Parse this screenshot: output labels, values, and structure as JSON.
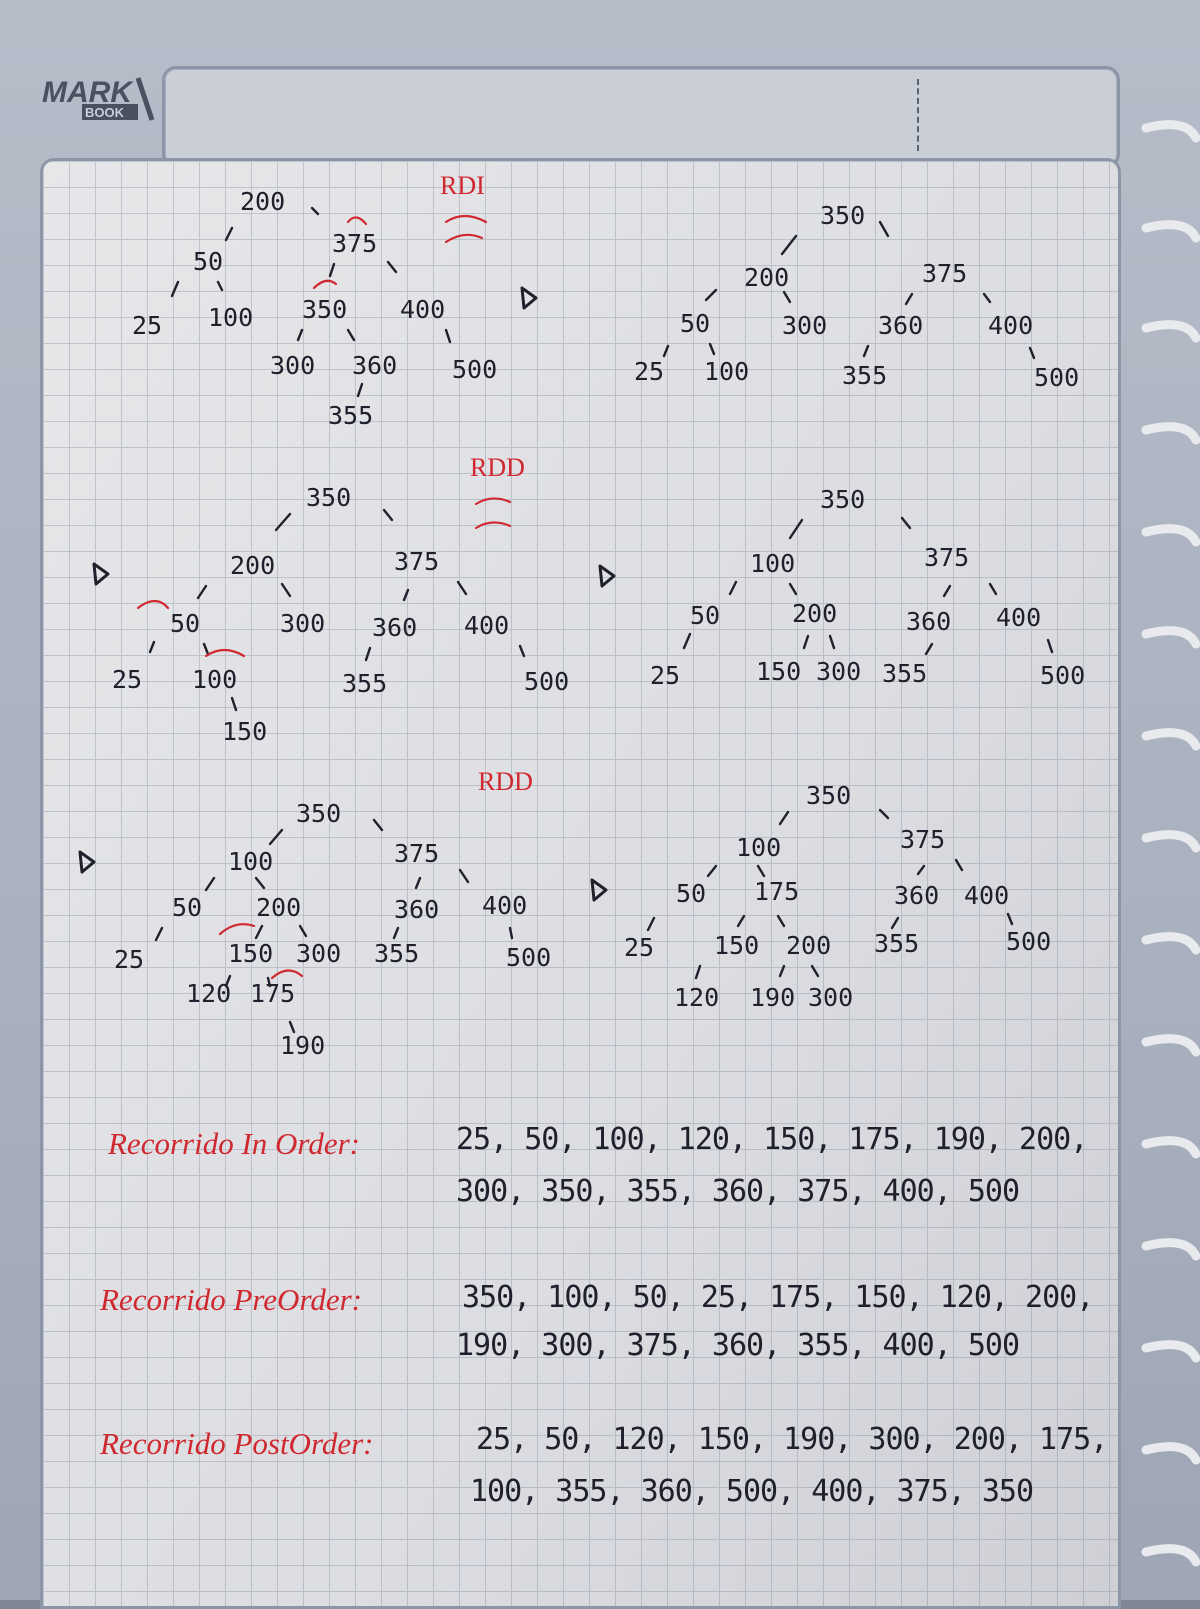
{
  "header": {
    "brand": "MARK BOOK"
  },
  "diagram1": {
    "label": "RDI",
    "nodes": [
      "200",
      "50",
      "375",
      "25",
      "100",
      "350",
      "400",
      "300",
      "360",
      "500",
      "355"
    ],
    "result": [
      "350",
      "200",
      "375",
      "50",
      "300",
      "360",
      "400",
      "25",
      "100",
      "355",
      "500"
    ]
  },
  "diagram2": {
    "label": "RDD",
    "nodes": [
      "350",
      "200",
      "375",
      "50",
      "300",
      "360",
      "400",
      "25",
      "100",
      "355",
      "500",
      "150"
    ],
    "result": [
      "350",
      "100",
      "375",
      "50",
      "200",
      "360",
      "400",
      "25",
      "150",
      "300",
      "355",
      "500"
    ]
  },
  "diagram3": {
    "label": "RDD",
    "nodes": [
      "350",
      "100",
      "375",
      "50",
      "200",
      "360",
      "400",
      "25",
      "150",
      "300",
      "355",
      "500",
      "120",
      "175",
      "190"
    ],
    "result": [
      "350",
      "100",
      "375",
      "50",
      "175",
      "360",
      "400",
      "25",
      "150",
      "200",
      "355",
      "500",
      "120",
      "190",
      "300"
    ]
  },
  "traversals": {
    "inorder": {
      "label": "Recorrido In Order:",
      "line1": "25, 50, 100, 120, 150, 175, 190, 200,",
      "line2": "300, 350, 355, 360, 375, 400, 500"
    },
    "preorder": {
      "label": "Recorrido PreOrder:",
      "line1": "350, 100, 50, 25, 175, 150, 120, 200,",
      "line2": "190, 300, 375, 360, 355, 400, 500"
    },
    "postorder": {
      "label": "Recorrido PostOrder:",
      "line1": "25, 50, 120, 150, 190, 300, 200, 175,",
      "line2": "100, 355, 360, 500, 400, 375, 350"
    }
  }
}
